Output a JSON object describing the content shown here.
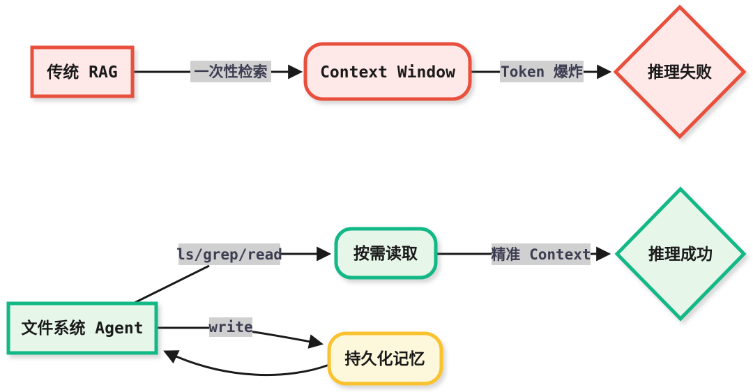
{
  "diagram": {
    "type": "flowchart",
    "direction": "left-to-right",
    "colors": {
      "fail_accent": "#e8503d",
      "fail_fill": "#ffe8e8",
      "success_accent": "#12b886",
      "success_fill": "#e6f6e9",
      "memory_accent": "#f9c22e",
      "memory_fill": "#fdf7dc",
      "edge_line": "#1a1a1a",
      "edge_label_bg": "#d0d0d0",
      "edge_label_text": "#3d3d52"
    },
    "top_flow": {
      "nodes": {
        "rag": {
          "label": "传统 RAG",
          "shape": "rectangle",
          "theme": "fail"
        },
        "context_window": {
          "label": "Context Window",
          "shape": "rounded-rectangle",
          "theme": "fail"
        },
        "fail": {
          "label": "推理失败",
          "shape": "diamond",
          "theme": "fail"
        }
      },
      "edges": {
        "one_shot_retrieval": {
          "label": "一次性检索",
          "from": "传统 RAG",
          "to": "Context Window"
        },
        "token_explosion": {
          "label": "Token 爆炸",
          "from": "Context Window",
          "to": "推理失败"
        }
      }
    },
    "bottom_flow": {
      "nodes": {
        "fs_agent": {
          "label": "文件系统 Agent",
          "shape": "rectangle",
          "theme": "success"
        },
        "on_demand_read": {
          "label": "按需读取",
          "shape": "rounded-rectangle",
          "theme": "success"
        },
        "success": {
          "label": "推理成功",
          "shape": "diamond",
          "theme": "success"
        },
        "persistent_memory": {
          "label": "持久化记忆",
          "shape": "rounded-rectangle",
          "theme": "memory"
        }
      },
      "edges": {
        "ls_grep_read": {
          "label": "ls/grep/read",
          "from": "文件系统 Agent",
          "to": "按需读取"
        },
        "precise_context": {
          "label": "精准 Context",
          "from": "按需读取",
          "to": "推理成功"
        },
        "write": {
          "label": "write",
          "from": "文件系统 Agent",
          "to": "持久化记忆"
        },
        "memory_feedback": {
          "label": "",
          "from": "持久化记忆",
          "to": "文件系统 Agent"
        }
      }
    }
  }
}
